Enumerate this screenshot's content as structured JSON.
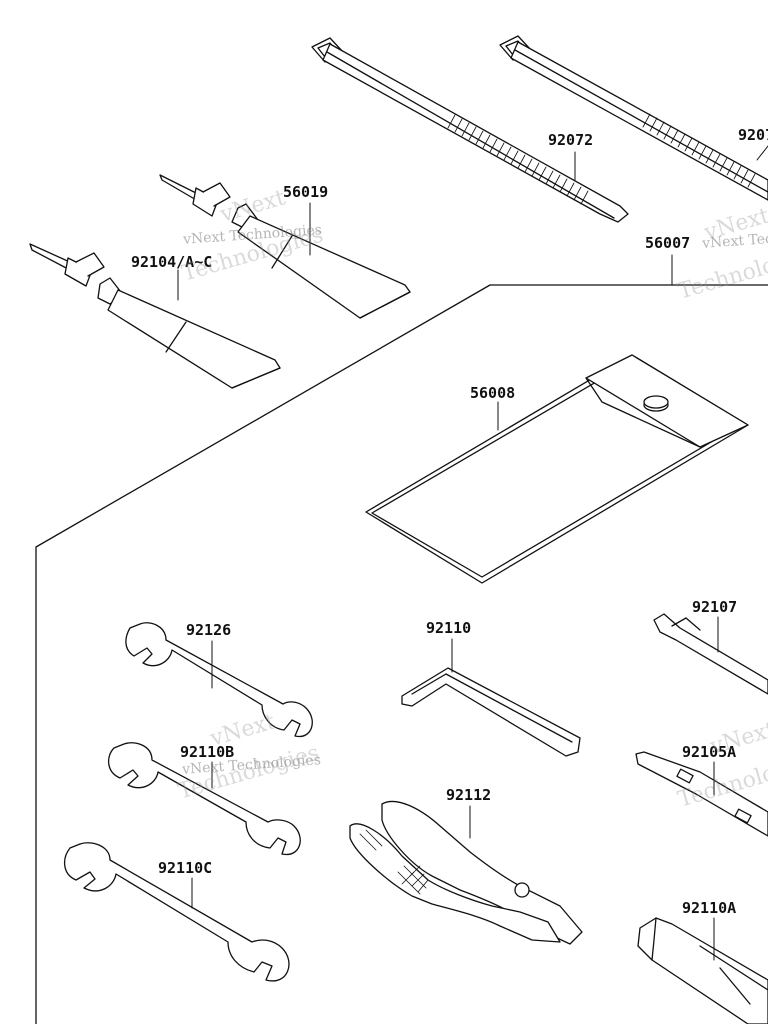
{
  "parts": [
    {
      "id": "92072",
      "label": "92072"
    },
    {
      "id": "92072b",
      "label": "9207"
    },
    {
      "id": "56019",
      "label": "56019"
    },
    {
      "id": "92104",
      "label": "92104/A~C"
    },
    {
      "id": "56007",
      "label": "56007"
    },
    {
      "id": "56008",
      "label": "56008"
    },
    {
      "id": "92126",
      "label": "92126"
    },
    {
      "id": "92110",
      "label": "92110"
    },
    {
      "id": "92107",
      "label": "92107"
    },
    {
      "id": "92110b",
      "label": "92110B"
    },
    {
      "id": "92105a",
      "label": "92105A"
    },
    {
      "id": "92112",
      "label": "92112"
    },
    {
      "id": "92110c",
      "label": "92110C"
    },
    {
      "id": "92110a",
      "label": "92110A"
    }
  ],
  "watermark": {
    "line1": "vNext",
    "line2": "vNext Technologies",
    "line3": "Technologies"
  },
  "colors": {
    "line": "#111111",
    "background": "#ffffff"
  }
}
